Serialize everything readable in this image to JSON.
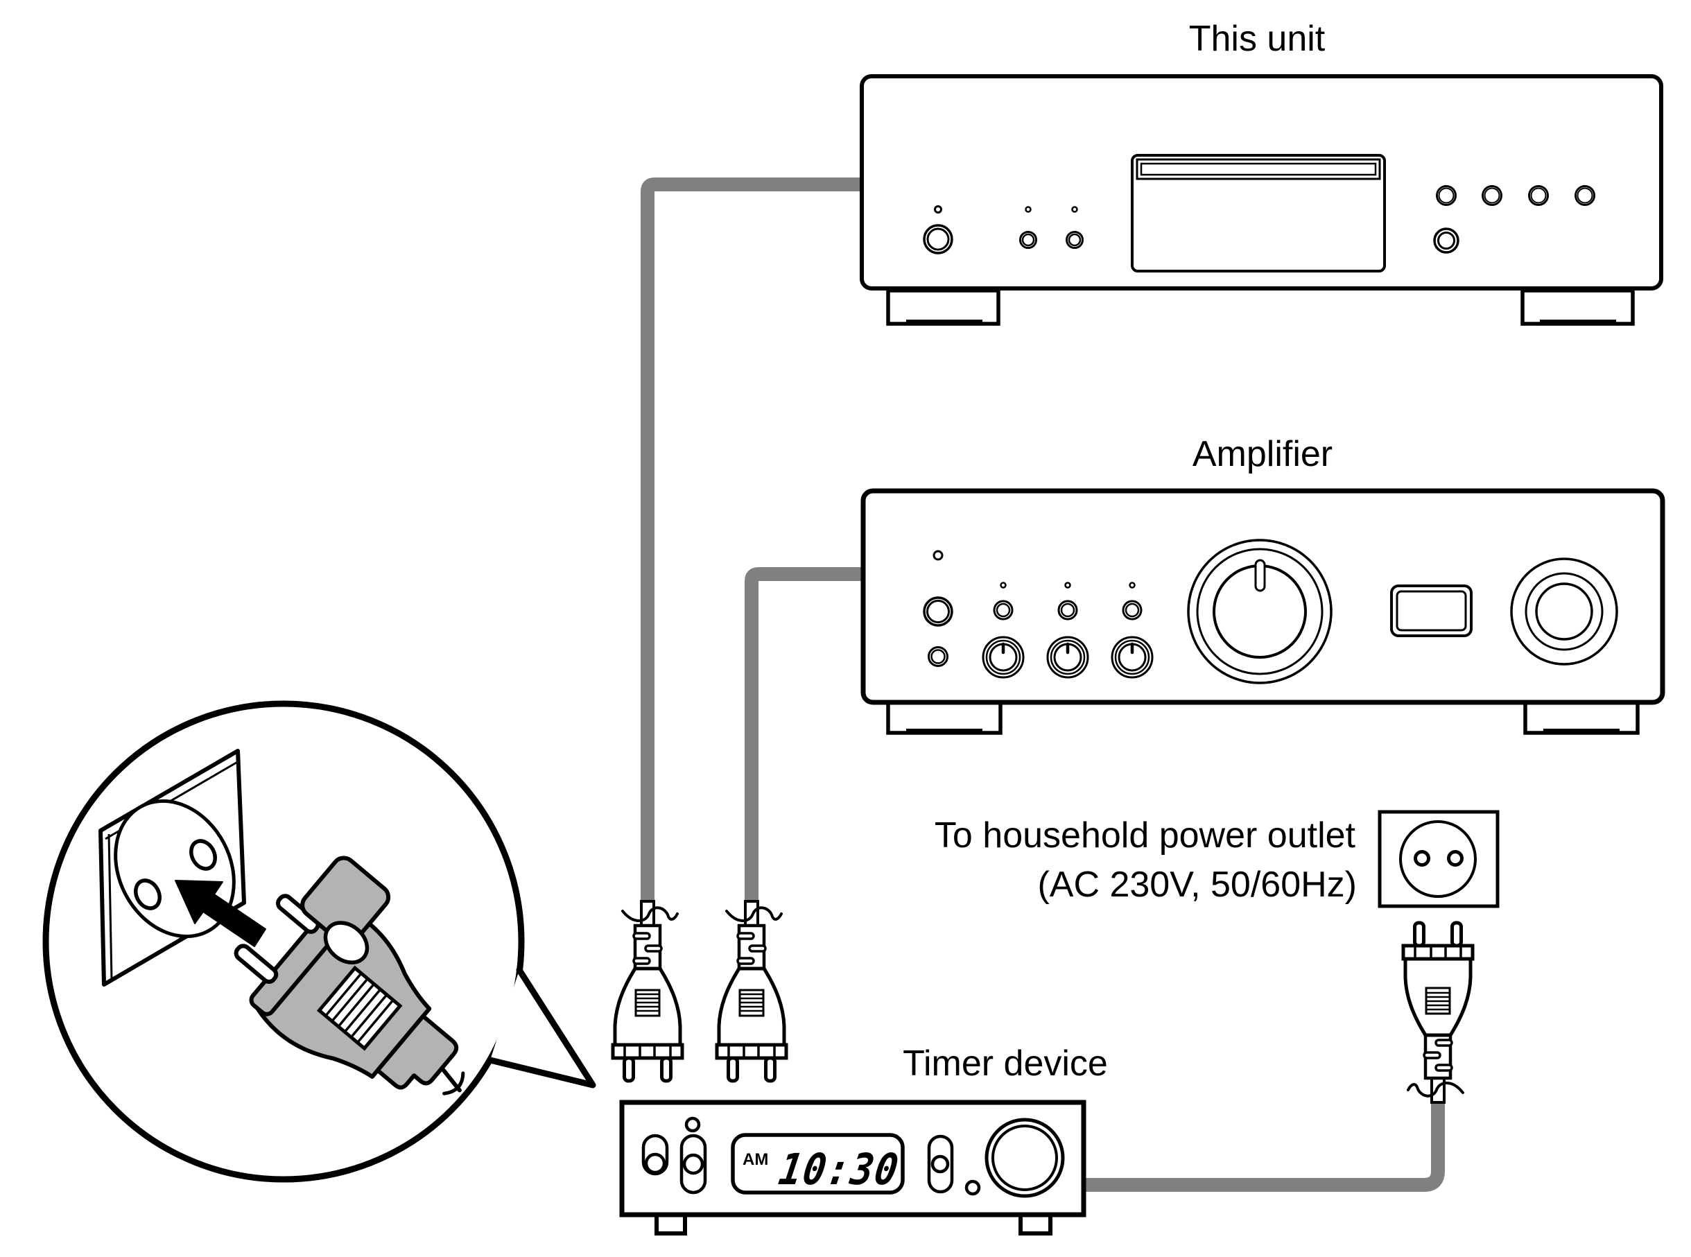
{
  "page": {
    "background": "#ffffff",
    "line_color": "#000000",
    "cable_color": "#808080",
    "plug_gray": "#b3b3b3"
  },
  "labels": {
    "this_unit": "This unit",
    "amplifier": "Amplifier",
    "outlet_line1": "To household power outlet",
    "outlet_line2": "(AC 230V, 50/60Hz)",
    "timer_device": "Timer device"
  },
  "timer_display": {
    "meridiem": "AM",
    "time": "10:30"
  }
}
